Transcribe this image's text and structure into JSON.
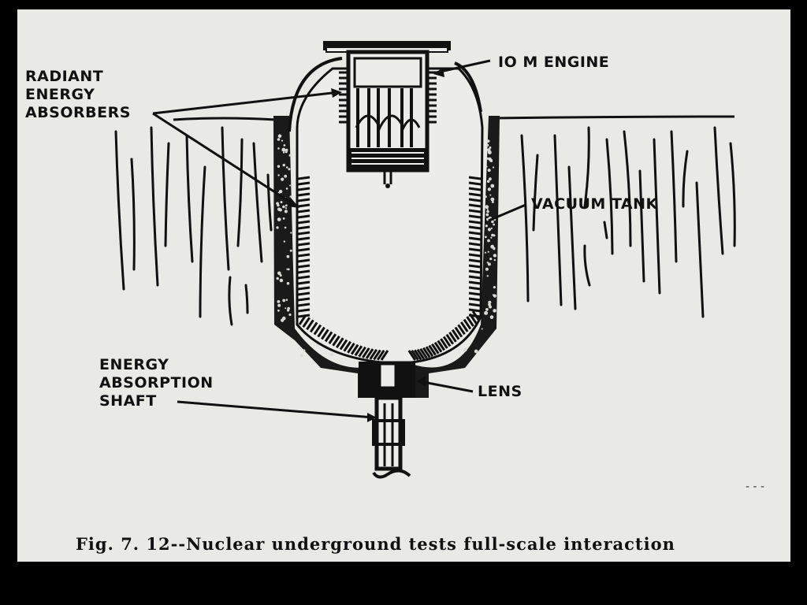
{
  "labels": {
    "radiant": [
      "RADIANT",
      "ENERGY",
      "ABSORBERS"
    ],
    "engine": "IO M ENGINE",
    "vacuum_tank": "VACUUM TANK",
    "lens": "LENS",
    "shaft": [
      "ENERGY",
      "ABSORPTION",
      "SHAFT"
    ]
  },
  "caption": "Fig. 7. 12--Nuclear underground tests full-scale interaction",
  "corner_mark": "- - -",
  "colors": {
    "ink": "#111111",
    "paper": "#e9e9e6",
    "frame": "#000000"
  }
}
